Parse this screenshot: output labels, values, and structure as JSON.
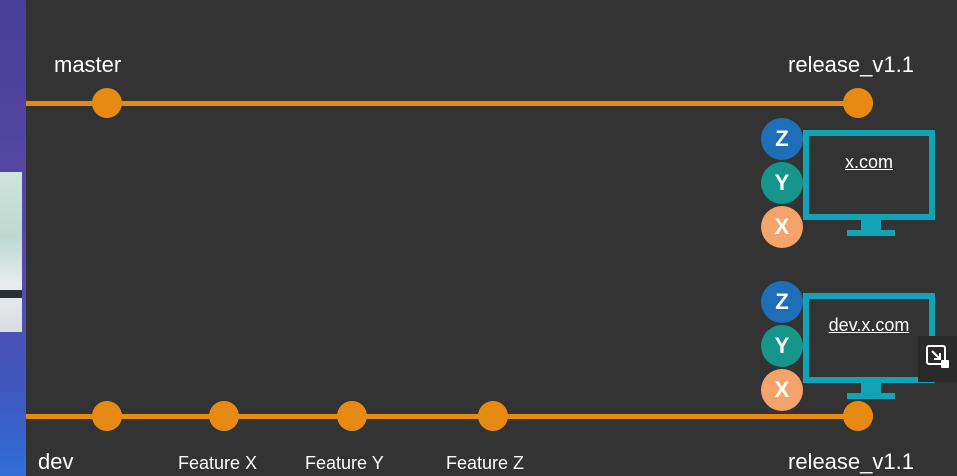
{
  "branches": {
    "master": {
      "label": "master",
      "release": "release_v1.1"
    },
    "dev": {
      "label": "dev",
      "release": "release_v1.1"
    }
  },
  "features": [
    "Feature X",
    "Feature Y",
    "Feature Z"
  ],
  "environments": [
    {
      "domain": "x.com",
      "badges": [
        "Z",
        "Y",
        "X"
      ]
    },
    {
      "domain": "dev.x.com",
      "badges": [
        "Z",
        "Y",
        "X"
      ]
    }
  ],
  "colors": {
    "background": "#333333",
    "branch": "#e68a13",
    "monitor": "#12a3b6",
    "badge_z": "#1f6fb8",
    "badge_y": "#16958a",
    "badge_x": "#f4a36b"
  },
  "icons": {
    "expand": "expand-window-icon"
  }
}
